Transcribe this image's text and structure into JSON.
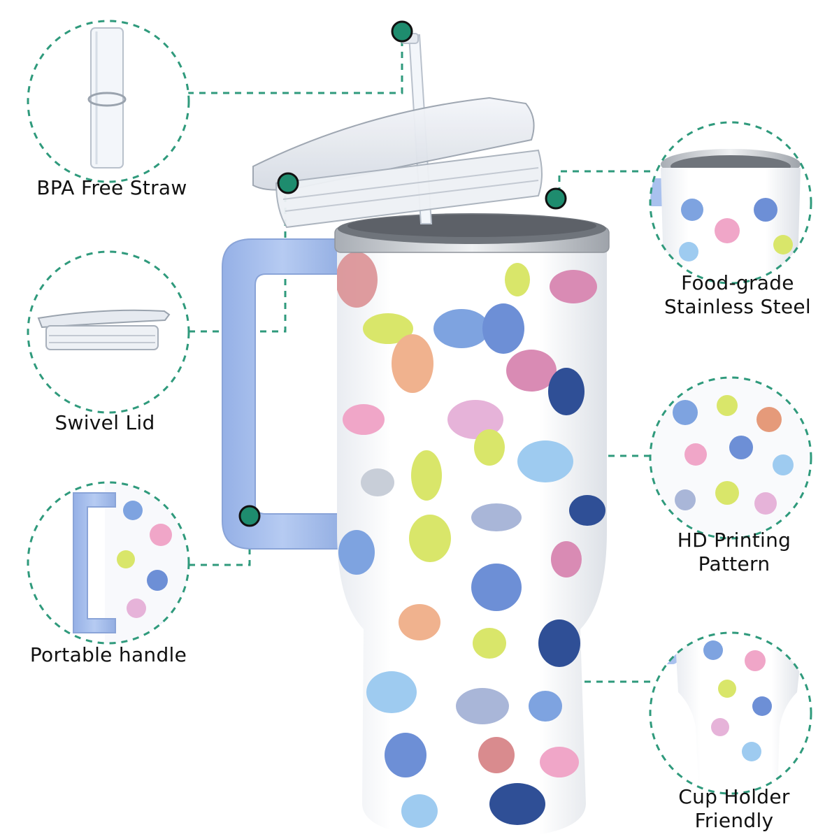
{
  "features": {
    "straw": "BPA Free Straw",
    "lid": "Swivel Lid",
    "handle": "Portable handle",
    "steel_line1": "Food-grade",
    "steel_line2": "Stainless Steel",
    "print_line1": "HD Printing",
    "print_line2": "Pattern",
    "holder_line1": "Cup Holder",
    "holder_line2": "Friendly"
  },
  "colors": {
    "accent": "#2f9a7c",
    "marker_dot": "#1e8c6e",
    "handle": "#a9c1ee",
    "steel": "#c9cdd2"
  }
}
